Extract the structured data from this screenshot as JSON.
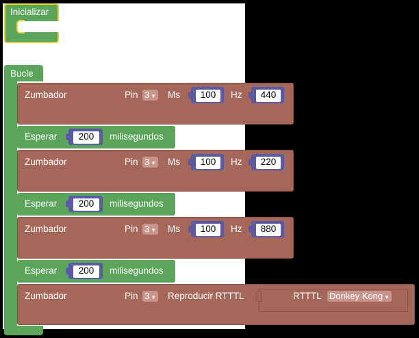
{
  "init_label": "Inicializar",
  "loop_label": "Bucle",
  "buzzers": [
    {
      "label": "Zumbador",
      "pin_label": "Pin",
      "pin": "3",
      "ms_label": "Ms",
      "ms": "100",
      "hz_label": "Hz",
      "hz": "440"
    },
    {
      "label": "Zumbador",
      "pin_label": "Pin",
      "pin": "3",
      "ms_label": "Ms",
      "ms": "100",
      "hz_label": "Hz",
      "hz": "220"
    },
    {
      "label": "Zumbador",
      "pin_label": "Pin",
      "pin": "3",
      "ms_label": "Ms",
      "ms": "100",
      "hz_label": "Hz",
      "hz": "880"
    }
  ],
  "waits": [
    {
      "label": "Esperar",
      "value": "200",
      "unit": "milisegundos"
    },
    {
      "label": "Esperar",
      "value": "200",
      "unit": "milisegundos"
    },
    {
      "label": "Esperar",
      "value": "200",
      "unit": "milisegundos"
    }
  ],
  "rtttl_block": {
    "label": "Zumbador",
    "pin_label": "Pin",
    "pin": "3",
    "action": "Reproducir RTTTL",
    "rtttl_label": "RTTTL",
    "song": "Donkey Kong"
  },
  "colors": {
    "loop": "#5ba55b",
    "buzzer": "#a5675a",
    "number": "#5b5ba5",
    "highlight": "#f2d230"
  },
  "icons": {
    "dropdown": "dropdown-arrow-icon"
  }
}
